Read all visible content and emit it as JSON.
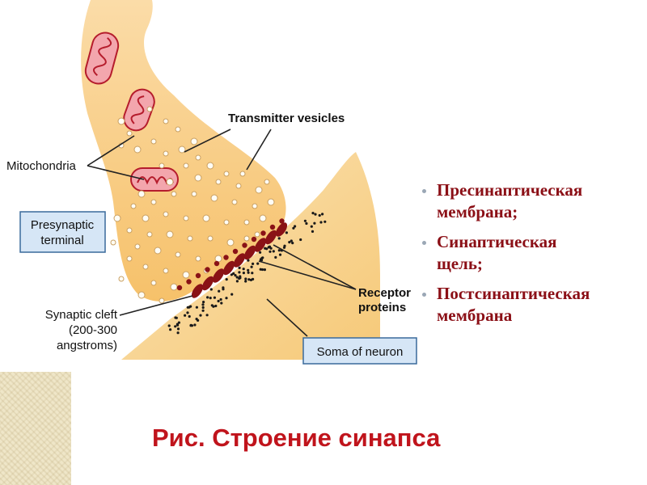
{
  "diagram": {
    "labels": {
      "transmitter_vesicles": "Transmitter vesicles",
      "mitochondria": "Mitochondria",
      "presynaptic_line1": "Presynaptic",
      "presynaptic_line2": "terminal",
      "receptor_line1": "Receptor",
      "receptor_line2": "proteins",
      "cleft_line1": "Synaptic cleft",
      "cleft_line2": "(200-300",
      "cleft_line3": "angstroms)",
      "soma": "Soma of neuron"
    }
  },
  "bullets": [
    {
      "line1": "Пресинаптическая",
      "line2": "мембрана;"
    },
    {
      "line1": "Синаптическая",
      "line2": "щель;"
    },
    {
      "line1": "Постсинаптическая",
      "line2": "мембрана"
    }
  ],
  "caption": "Рис. Строение синапса",
  "colors": {
    "terminal_fill": "#f8c978",
    "soma_fill": "#f7d291",
    "receptor": "#8a1216",
    "text_russian": "#8b0f16",
    "caption": "#c0141c",
    "label_box": "#d6e6f6"
  }
}
